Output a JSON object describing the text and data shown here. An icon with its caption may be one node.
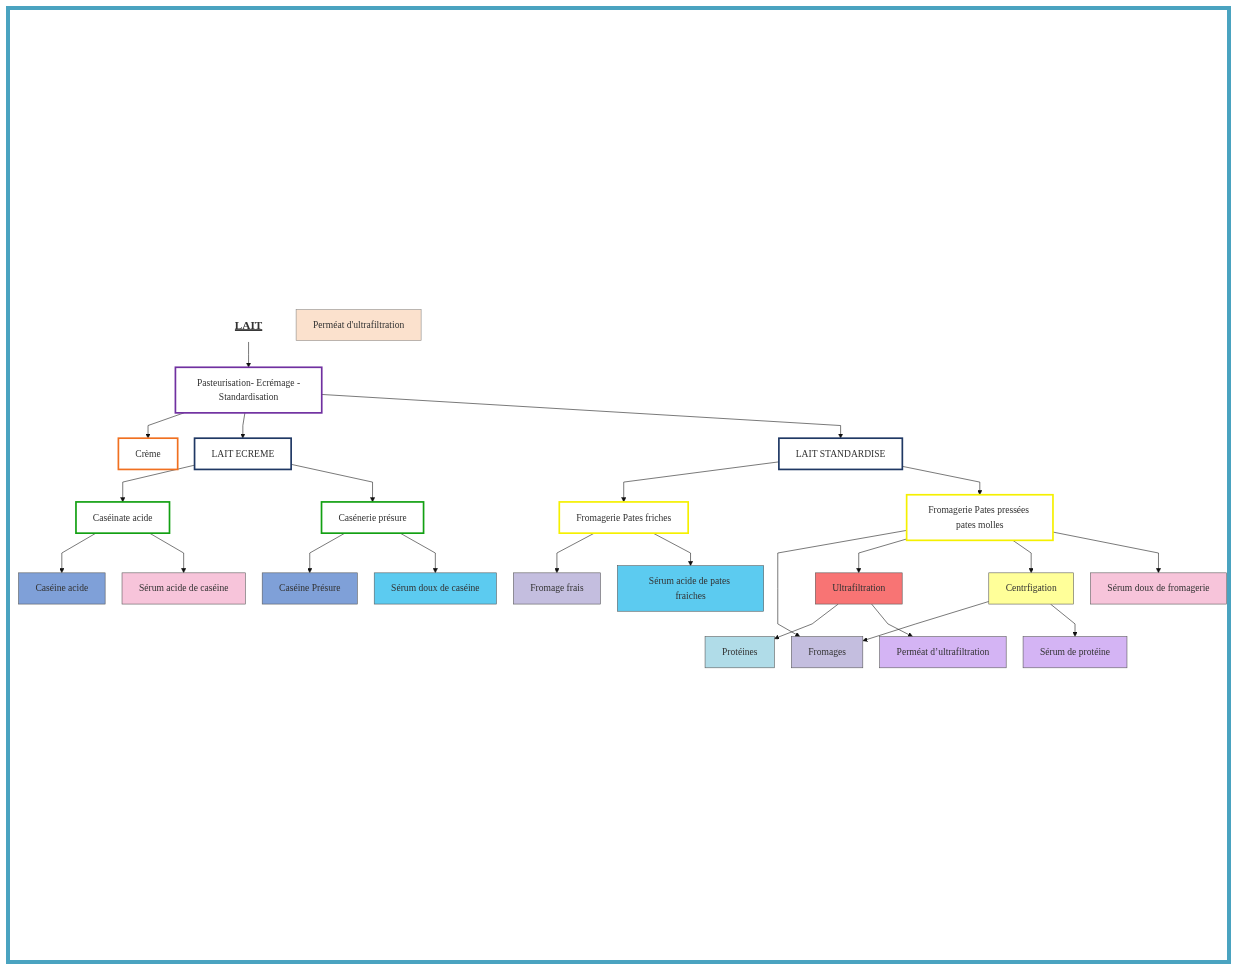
{
  "diagram": {
    "nodes": [
      {
        "text": [
          "LAIT"
        ]
      },
      {
        "text": [
          "Pasteurisation- Ecrémage -Standardisation"
        ]
      },
      {
        "text": [
          "Crème"
        ]
      },
      {
        "text": [
          "LAIT ECREME"
        ]
      },
      {
        "text": [
          "LAIT STANDARDISE"
        ]
      },
      {
        "text": [
          "Caséinate acide"
        ]
      },
      {
        "text": [
          "Casénerie présure"
        ]
      },
      {
        "text": [
          "Fromagerie Pates friches"
        ]
      },
      {
        "text": [
          "Fromagerie Pates pressées pates molles"
        ]
      },
      {
        "text": [
          "Caséine acide"
        ]
      },
      {
        "text": [
          "Caséine Présure"
        ]
      },
      {
        "text": [
          "Fromage frais"
        ]
      },
      {
        "text": [
          "Fromages"
        ]
      },
      {
        "text": [
          "Perméat d'ultrafiltration"
        ]
      },
      {
        "text": [
          "Ultrafiltration"
        ]
      },
      {
        "text": [
          "Centrfigation"
        ]
      },
      {
        "text": [
          "Protéines"
        ]
      },
      {
        "text": [
          "Sérum acide de caséine"
        ]
      },
      {
        "text": [
          "Sérum doux de caséine"
        ]
      },
      {
        "text": [
          "Sérum acide de pates fraiches"
        ]
      },
      {
        "text": [
          "Sérum doux de fromagerie"
        ]
      },
      {
        "text": [
          "Sérum de protéine"
        ]
      },
      {
        "text": [
          "Perméat d’ultrafiltration"
        ]
      }
    ],
    "edges": [
      {
        "from": 0,
        "to": 1,
        "arrow": "to"
      },
      {
        "from": 1,
        "to": 2,
        "arrow": "to"
      },
      {
        "from": 1,
        "to": 3,
        "arrow": "to"
      },
      {
        "from": 1,
        "to": 4,
        "arrow": "to"
      },
      {
        "from": 3,
        "to": 5,
        "arrow": "to"
      },
      {
        "from": 3,
        "to": 6,
        "arrow": "to"
      },
      {
        "from": 4,
        "to": 7,
        "arrow": "to"
      },
      {
        "from": 4,
        "to": 8,
        "arrow": "to"
      },
      {
        "from": 5,
        "to": 9,
        "arrow": "to"
      },
      {
        "from": 5,
        "to": 17,
        "arrow": "to"
      },
      {
        "from": 6,
        "to": 10,
        "arrow": "to"
      },
      {
        "from": 6,
        "to": 18,
        "arrow": "to"
      },
      {
        "from": 7,
        "to": 11,
        "arrow": "to"
      },
      {
        "from": 7,
        "to": 19,
        "arrow": "to"
      },
      {
        "from": 8,
        "to": 12,
        "arrow": "to"
      },
      {
        "from": 8,
        "to": 14,
        "arrow": "to"
      },
      {
        "from": 8,
        "to": 15,
        "arrow": "to"
      },
      {
        "from": 8,
        "to": 20,
        "arrow": "to"
      },
      {
        "from": 15,
        "to": 12,
        "arrow": "to"
      },
      {
        "from": 15,
        "to": 21,
        "arrow": "to"
      },
      {
        "from": 14,
        "to": 16,
        "arrow": "to"
      },
      {
        "from": 14,
        "to": 22,
        "arrow": "to"
      }
    ]
  }
}
